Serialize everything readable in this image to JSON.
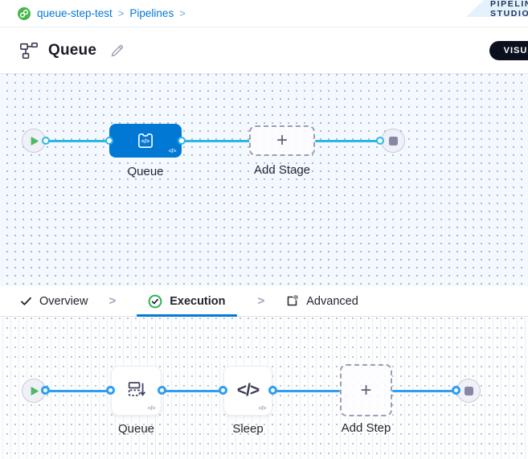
{
  "breadcrumb": {
    "items": [
      {
        "label": "queue-step-test"
      },
      {
        "label": "Pipelines"
      }
    ],
    "separator": ">"
  },
  "ribbon": {
    "label": "PIPELINE STUDIO"
  },
  "title_bar": {
    "title": "Queue",
    "mode_toggle": "VISUAL"
  },
  "icons": {
    "plus": "+",
    "code": "</>",
    "yaml_glyph": "</>"
  },
  "stage_canvas": {
    "stage": {
      "label": "Queue"
    },
    "add_stage": {
      "label": "Add Stage"
    }
  },
  "tabs": {
    "items": [
      {
        "label": "Overview"
      },
      {
        "label": "Execution"
      },
      {
        "label": "Advanced"
      }
    ],
    "separator": ">"
  },
  "step_canvas": {
    "steps": [
      {
        "label": "Queue"
      },
      {
        "label": "Sleep"
      }
    ],
    "add_step": {
      "label": "Add Step"
    }
  },
  "colors": {
    "accent_blue": "#0278D5",
    "stage_blue": "#0278D5",
    "stage_line": "#2BB8E6",
    "step_line": "#2F9FF0",
    "success_green": "#2BB656",
    "play_green": "#4FB964"
  }
}
